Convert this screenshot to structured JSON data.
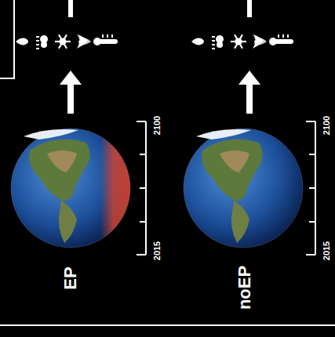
{
  "diagram": {
    "labels": [
      "EP",
      "2100",
      "2015",
      "noEP",
      "2100",
      "2015"
    ]
  }
}
